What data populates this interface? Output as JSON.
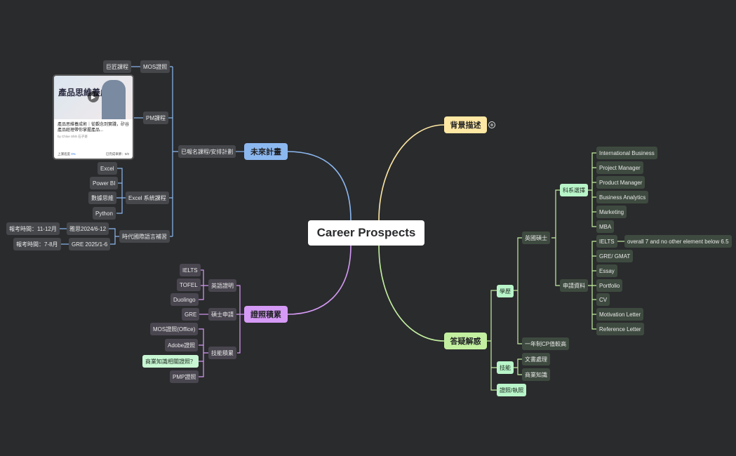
{
  "map": {
    "root": "Career Prospects",
    "future_plan": {
      "label": "未來計畫",
      "enrolled": "已報名課程/安排計劃",
      "mos": "MOS證照",
      "mos_child": "巨匠課程",
      "pm": "PM課程",
      "card": {
        "title_art": "產品思維養成術",
        "desc": "產品思維養成術｜從觀念到實踐，矽谷產品經理帶你掌握產品...",
        "author": "by Chloe Shih 石子姿",
        "progress_label": "上課進度",
        "progress": "0%",
        "footer_right": "已完成章節：0/0"
      },
      "excel": "Excel 系統課程",
      "excel_items": [
        "Excel",
        "Power BI",
        "數據思維",
        "Python"
      ],
      "lang": "時代國際語言補習",
      "ielts": "雅思2024/6-12",
      "ielts_note": "報考時間：11-12月",
      "gre": "GRE 2025/1-6",
      "gre_note": "報考時間：7-8月"
    },
    "certs": {
      "label": "證照積累",
      "english": "英語證明",
      "english_items": [
        "IELTS",
        "TOFEL",
        "Duolingo"
      ],
      "master": "碩士申請",
      "master_items": [
        "GRE"
      ],
      "skills": "技能積累",
      "skills_items": [
        "MOS證照(Office)",
        "Adobe證照",
        "商業知識相關證照？",
        "PMP證照"
      ]
    },
    "background": {
      "label": "背景描述",
      "collapse_icon": "collapsed-count-icon"
    },
    "qa": {
      "label": "答疑解惑",
      "edu": "學歷",
      "uk": "英國碩士",
      "dept": "科系選擇",
      "dept_items": [
        "International Business",
        "Project Manager",
        "Product Manager",
        "Business Analytics",
        "Marketing",
        "MBA"
      ],
      "apply": "申請資料",
      "apply_items": [
        "IELTS",
        "GRE/ GMAT",
        "Essay",
        "Portfolio",
        "CV",
        "Motivation Letter",
        "Reference Letter"
      ],
      "ielts_note": "overall 7 and no other element below 6.5",
      "one_year": "一年制CP值較高",
      "skill": "技能",
      "skill_items": [
        "文書處理",
        "商業知識"
      ],
      "license": "證照/執照"
    },
    "colors": {
      "blue": "#8cb8f0",
      "purple": "#d59af5",
      "yellow": "#ffe8a3",
      "green": "#c3f0a0",
      "mint": "#b8f5c9",
      "bg": "#2a2b2d"
    }
  }
}
